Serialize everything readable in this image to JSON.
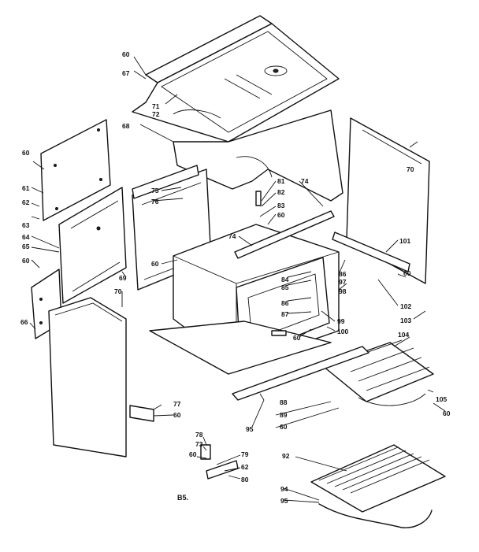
{
  "figure_code": "B5.",
  "part_labels": [
    {
      "text": "60"
    },
    {
      "text": "67"
    },
    {
      "text": "71"
    },
    {
      "text": "72"
    },
    {
      "text": "68"
    },
    {
      "text": "60"
    },
    {
      "text": "61"
    },
    {
      "text": "62"
    },
    {
      "text": "63"
    },
    {
      "text": "64"
    },
    {
      "text": "65"
    },
    {
      "text": "60"
    },
    {
      "text": "66"
    },
    {
      "text": "69"
    },
    {
      "text": "75"
    },
    {
      "text": "76"
    },
    {
      "text": "60"
    },
    {
      "text": "70"
    },
    {
      "text": "81"
    },
    {
      "text": "82"
    },
    {
      "text": "83"
    },
    {
      "text": "60"
    },
    {
      "text": "74"
    },
    {
      "text": "74"
    },
    {
      "text": "70"
    },
    {
      "text": "101"
    },
    {
      "text": "86"
    },
    {
      "text": "97"
    },
    {
      "text": "98"
    },
    {
      "text": "84"
    },
    {
      "text": "85"
    },
    {
      "text": "86"
    },
    {
      "text": "87"
    },
    {
      "text": "60"
    },
    {
      "text": "102"
    },
    {
      "text": "103"
    },
    {
      "text": "99"
    },
    {
      "text": "100"
    },
    {
      "text": "60"
    },
    {
      "text": "104"
    },
    {
      "text": "105"
    },
    {
      "text": "60"
    },
    {
      "text": "77"
    },
    {
      "text": "60"
    },
    {
      "text": "88"
    },
    {
      "text": "89"
    },
    {
      "text": "60"
    },
    {
      "text": "95"
    },
    {
      "text": "78"
    },
    {
      "text": "73"
    },
    {
      "text": "60"
    },
    {
      "text": "79"
    },
    {
      "text": "62"
    },
    {
      "text": "80"
    },
    {
      "text": "92"
    },
    {
      "text": "94"
    },
    {
      "text": "95"
    }
  ]
}
